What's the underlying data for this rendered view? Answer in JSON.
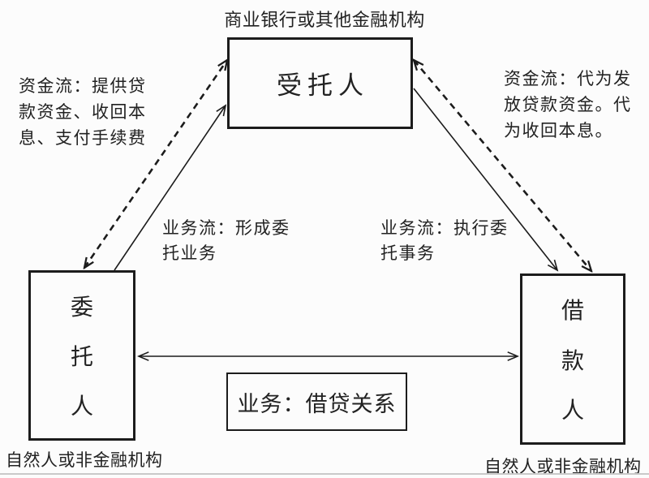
{
  "diagram": {
    "top_institution_label": "商业银行或其他金融机构",
    "trustee": {
      "label": "受托人"
    },
    "principal": {
      "chars": [
        "委",
        "托",
        "人"
      ],
      "footnote": "自然人或非金融机构"
    },
    "borrower": {
      "chars": [
        "借",
        "款",
        "人"
      ],
      "footnote": "自然人或非金融机构"
    },
    "relation_box_label": "业务：借贷关系",
    "flows": {
      "funds_left": {
        "lines": [
          "资金流：提供贷",
          "款资金、收回本",
          "息、支付手续费"
        ]
      },
      "funds_right": {
        "lines": [
          "资金流：代为发",
          "放贷款资金。代",
          "为收回本息。"
        ]
      },
      "business_left": {
        "lines": [
          "业务流：形成委",
          "托业务"
        ]
      },
      "business_right": {
        "lines": [
          "业务流：执行委",
          "托事务"
        ]
      }
    },
    "colors": {
      "line": "#1c1c1c",
      "text": "#222222",
      "background": "#fcfcfc",
      "bottom_rule": "#c9c9c9"
    }
  }
}
